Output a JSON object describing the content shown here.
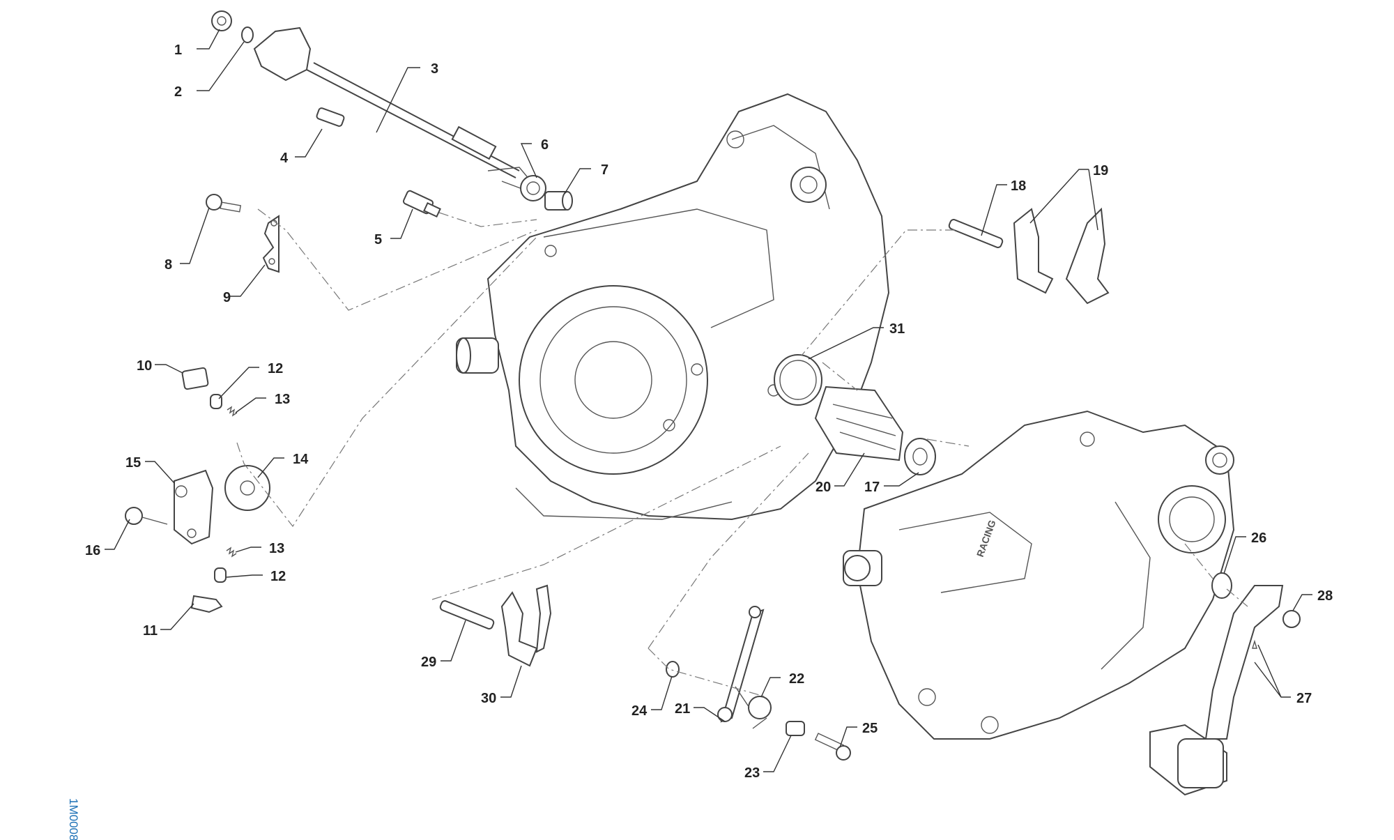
{
  "diagram": {
    "drawing_code": "1M0008",
    "callouts": [
      {
        "id": "c1",
        "label": "1"
      },
      {
        "id": "c2",
        "label": "2"
      },
      {
        "id": "c3",
        "label": "3"
      },
      {
        "id": "c4",
        "label": "4"
      },
      {
        "id": "c5",
        "label": "5"
      },
      {
        "id": "c6",
        "label": "6"
      },
      {
        "id": "c7",
        "label": "7"
      },
      {
        "id": "c8",
        "label": "8"
      },
      {
        "id": "c9",
        "label": "9"
      },
      {
        "id": "c10",
        "label": "10"
      },
      {
        "id": "c11",
        "label": "11"
      },
      {
        "id": "c12a",
        "label": "12"
      },
      {
        "id": "c12b",
        "label": "12"
      },
      {
        "id": "c13a",
        "label": "13"
      },
      {
        "id": "c13b",
        "label": "13"
      },
      {
        "id": "c14",
        "label": "14"
      },
      {
        "id": "c15",
        "label": "15"
      },
      {
        "id": "c16",
        "label": "16"
      },
      {
        "id": "c17",
        "label": "17"
      },
      {
        "id": "c18",
        "label": "18"
      },
      {
        "id": "c19",
        "label": "19"
      },
      {
        "id": "c20",
        "label": "20"
      },
      {
        "id": "c21",
        "label": "21"
      },
      {
        "id": "c22",
        "label": "22"
      },
      {
        "id": "c23",
        "label": "23"
      },
      {
        "id": "c24",
        "label": "24"
      },
      {
        "id": "c25",
        "label": "25"
      },
      {
        "id": "c26",
        "label": "26"
      },
      {
        "id": "c27",
        "label": "27"
      },
      {
        "id": "c28",
        "label": "28"
      },
      {
        "id": "c29",
        "label": "29"
      },
      {
        "id": "c30",
        "label": "30"
      },
      {
        "id": "c31",
        "label": "31"
      }
    ]
  }
}
